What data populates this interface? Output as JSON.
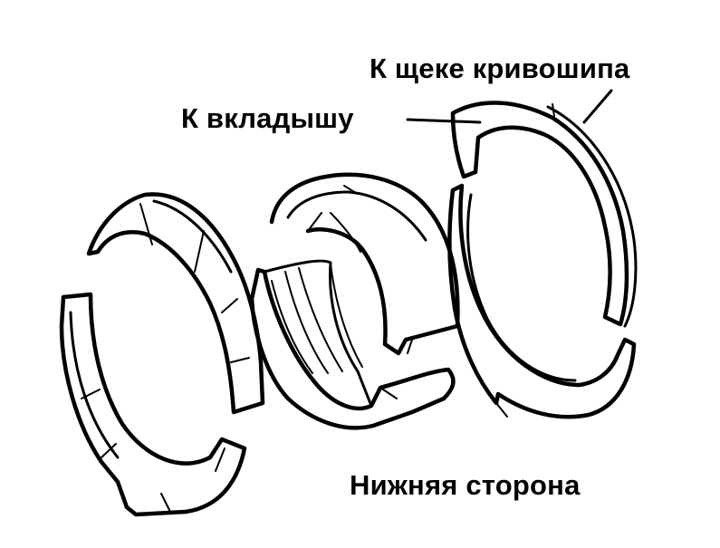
{
  "labels": {
    "crank_cheek": "К щеке кривошипа",
    "to_liner": "К вкладышу",
    "bottom_side": "Нижняя сторона"
  },
  "colors": {
    "ink": "#000000",
    "background": "#ffffff"
  }
}
